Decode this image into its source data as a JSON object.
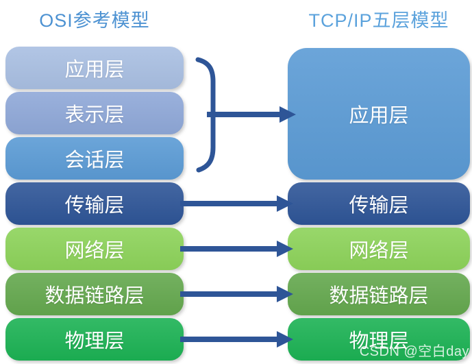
{
  "diagram": {
    "left_title": "OSI参考模型",
    "right_title": "TCP/IP五层模型",
    "osi_layers": [
      {
        "label": "应用层",
        "color": "#a9bfe2"
      },
      {
        "label": "表示层",
        "color": "#8fa8d8"
      },
      {
        "label": "会话层",
        "color": "#5b9bd5"
      },
      {
        "label": "传输层",
        "color": "#2e5597"
      },
      {
        "label": "网络层",
        "color": "#8dd35a"
      },
      {
        "label": "数据链路层",
        "color": "#64a84e"
      },
      {
        "label": "物理层",
        "color": "#1cb254"
      }
    ],
    "tcpip_layers": [
      {
        "label": "应用层",
        "color": "#5b9bd5"
      },
      {
        "label": "传输层",
        "color": "#2e5597"
      },
      {
        "label": "网络层",
        "color": "#8dd35a"
      },
      {
        "label": "数据链路层",
        "color": "#64a84e"
      },
      {
        "label": "物理层",
        "color": "#1cb254"
      }
    ],
    "colors": {
      "arrow": "#2e5597",
      "title_left": "#4d92d2",
      "title_right": "#5ba2dc",
      "box_text": "#ffffff"
    },
    "watermark": "CSDN @空白day"
  }
}
